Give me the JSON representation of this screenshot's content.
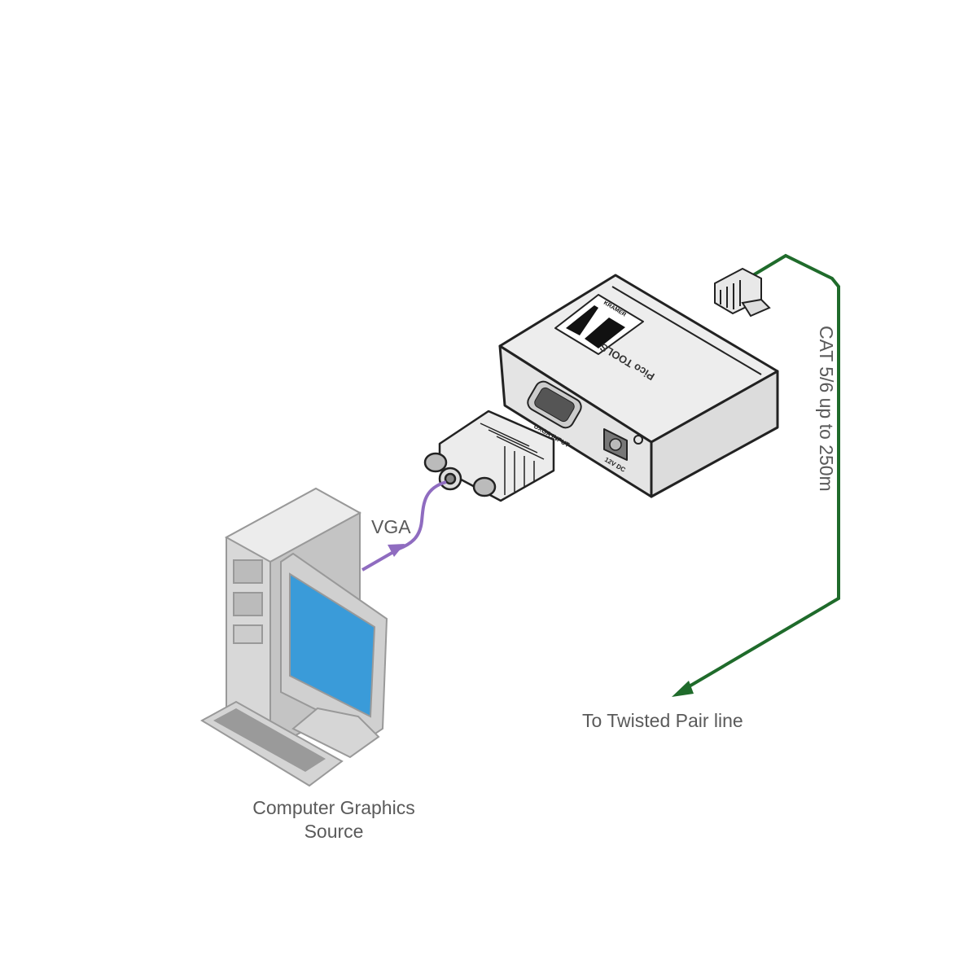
{
  "labels": {
    "vga": "VGA",
    "cat_cable": "CAT 5/6 up to 250m",
    "twisted_pair": "To Twisted Pair line",
    "source_line1": "Computer Graphics",
    "source_line2": "Source"
  },
  "device": {
    "brand": "KRAMER",
    "product_line": "Pico TOOLS",
    "input_port_label": "UXGA INPUT",
    "power_label": "12V DC"
  },
  "colors": {
    "twisted_pair_cable": "#1f6b2b",
    "vga_cable": "#8f6cc0",
    "screen": "#3a9bd9",
    "text": "#5a5a5a"
  }
}
